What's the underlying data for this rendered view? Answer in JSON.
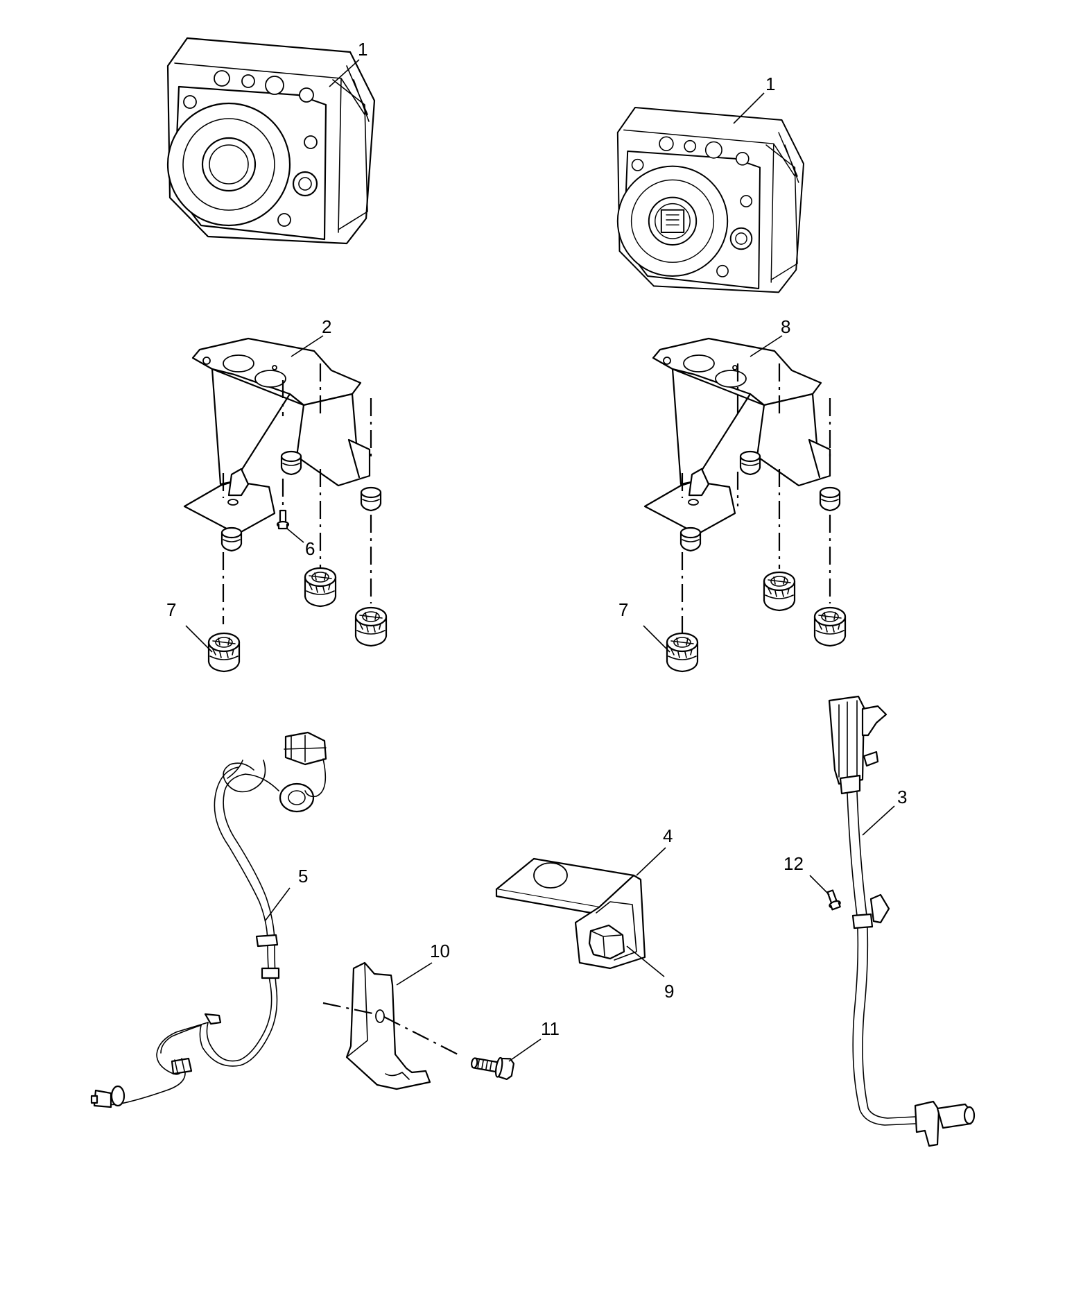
{
  "callouts": {
    "abs_module_left": "1",
    "abs_module_right": "1",
    "bracket_left": "2",
    "wheel_sensor_rear": "3",
    "sensor_bracket": "4",
    "wheel_sensor_front": "5",
    "screw_small": "6",
    "isolator_left": "7",
    "isolator_right": "7",
    "bracket_right": "8",
    "bolt_upper": "9",
    "clip_bracket": "10",
    "bolt_lower": "11",
    "screw_rear": "12"
  },
  "colors": {
    "line": "#000000",
    "background": "#ffffff"
  }
}
